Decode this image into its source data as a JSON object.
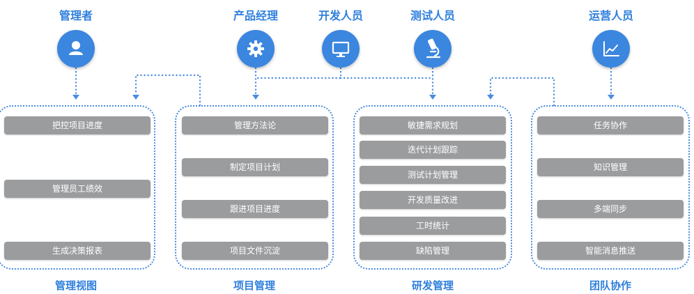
{
  "roles": {
    "admin": "管理者",
    "pm": "产品经理",
    "dev": "开发人员",
    "qa": "测试人员",
    "ops": "运营人员"
  },
  "role_icons": {
    "admin": "user-icon",
    "pm": "gear-icon",
    "dev": "monitor-icon",
    "qa": "microscope-icon",
    "ops": "line-chart-icon"
  },
  "panels": [
    {
      "title": "管理视图",
      "items": [
        "把控项目进度",
        "管理员工绩效",
        "生成决策报表"
      ]
    },
    {
      "title": "项目管理",
      "items": [
        "管理方法论",
        "制定项目计划",
        "跟进项目进度",
        "项目文件沉淀"
      ]
    },
    {
      "title": "研发管理",
      "items": [
        "敏捷需求规划",
        "迭代计划跟踪",
        "测试计划管理",
        "开发质量改进",
        "工时统计",
        "缺陷管理"
      ]
    },
    {
      "title": "团队协作",
      "items": [
        "任务协作",
        "知识管理",
        "多端同步",
        "智能消息推送"
      ]
    }
  ],
  "colors": {
    "accent": "#3b86df",
    "item_bg": "#9b9c9e",
    "title": "#2f7fdd"
  }
}
